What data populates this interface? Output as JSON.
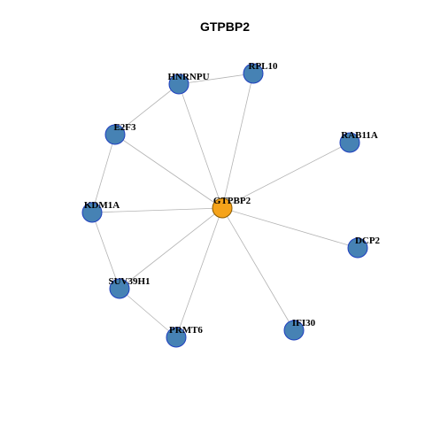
{
  "title": "GTPBP2",
  "colors": {
    "center_fill": "#f5a31a",
    "center_stroke": "#8a5a00",
    "node_fill": "#4682b4",
    "node_stroke": "#1f3fbf",
    "edge": "#b3b3b3"
  },
  "nodes": [
    {
      "id": "GTPBP2",
      "label": "GTPBP2",
      "center": true
    },
    {
      "id": "HNRNPU",
      "label": "HNRNPU"
    },
    {
      "id": "RPL10",
      "label": "RPL10"
    },
    {
      "id": "E2F3",
      "label": "E2F3"
    },
    {
      "id": "RAB11A",
      "label": "RAB11A"
    },
    {
      "id": "KDM1A",
      "label": "KDM1A"
    },
    {
      "id": "DCP2",
      "label": "DCP2"
    },
    {
      "id": "SUV39H1",
      "label": "SUV39H1"
    },
    {
      "id": "PRMT6",
      "label": "PRMT6"
    },
    {
      "id": "IFI30",
      "label": "IFI30"
    }
  ],
  "edges": [
    [
      "GTPBP2",
      "HNRNPU"
    ],
    [
      "GTPBP2",
      "RPL10"
    ],
    [
      "GTPBP2",
      "E2F3"
    ],
    [
      "GTPBP2",
      "RAB11A"
    ],
    [
      "GTPBP2",
      "KDM1A"
    ],
    [
      "GTPBP2",
      "DCP2"
    ],
    [
      "GTPBP2",
      "SUV39H1"
    ],
    [
      "GTPBP2",
      "PRMT6"
    ],
    [
      "GTPBP2",
      "IFI30"
    ],
    [
      "HNRNPU",
      "RPL10"
    ],
    [
      "HNRNPU",
      "E2F3"
    ],
    [
      "E2F3",
      "KDM1A"
    ],
    [
      "KDM1A",
      "SUV39H1"
    ],
    [
      "SUV39H1",
      "PRMT6"
    ]
  ]
}
